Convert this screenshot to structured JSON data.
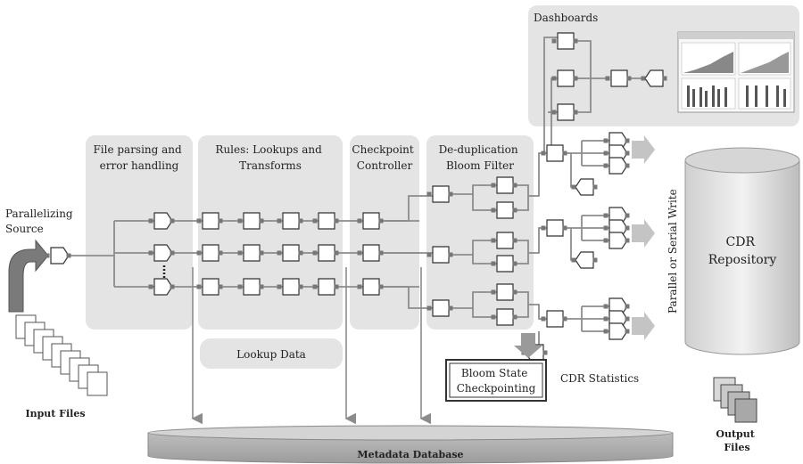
{
  "title": "",
  "stages": {
    "parsing": [
      "File parsing and",
      "error handling"
    ],
    "rules": [
      "Rules: Lookups and",
      "Transforms"
    ],
    "checkpoint": [
      "Checkpoint",
      "Controller"
    ],
    "dedup": [
      "De-duplication",
      "Bloom Filter"
    ],
    "dashboards": "Dashboards"
  },
  "labels": {
    "source": [
      "Parallelizing",
      "Source"
    ],
    "lookup": "Lookup Data",
    "bloom": [
      "Bloom State",
      "Checkpointing"
    ],
    "cdr_stats": "CDR Statistics",
    "repository": [
      "CDR",
      "Repository"
    ],
    "write": "Parallel or Serial Write",
    "input_files": "Input Files",
    "output_files": [
      "Output",
      "Files"
    ],
    "metadata": "Metadata Database"
  },
  "colors": {
    "panel": "#e4e4e4",
    "line": "#8c8c8c",
    "port": "#777777",
    "node": "#ffffff"
  }
}
